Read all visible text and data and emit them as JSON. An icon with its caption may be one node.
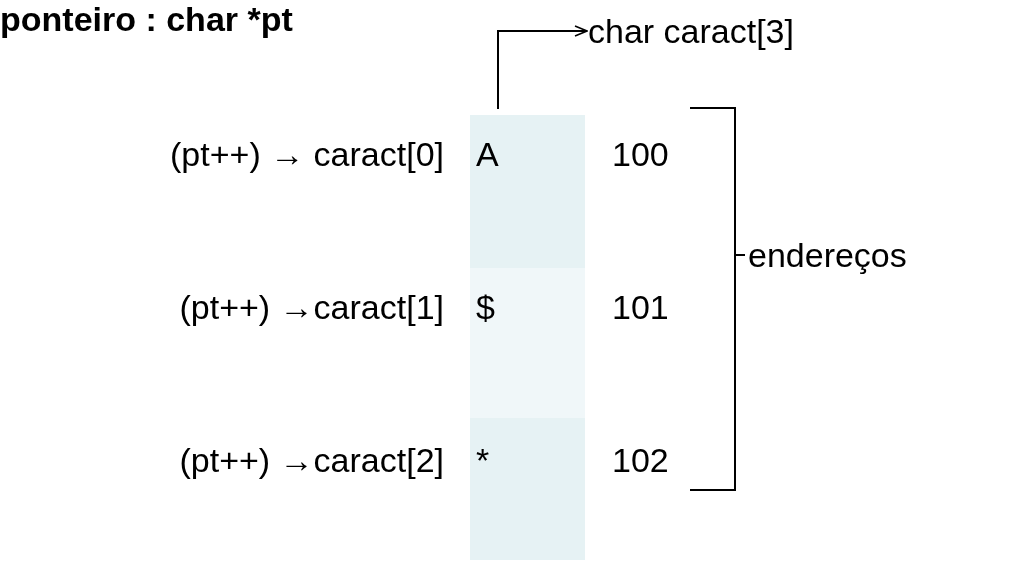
{
  "diagram": {
    "title": "ponteiro : char *pt",
    "nodes": [
      {
        "text": [],
        "shape": "bar"
      },
      {
        "text": [
          "A"
        ],
        "in": 0,
        "beside": [
          "(pt++) → caract[0]",
          "100"
        ]
      },
      {
        "text": [
          "$"
        ],
        "in": 0,
        "beside": [
          "(pt++) →caract[1]",
          "101"
        ]
      },
      {
        "text": [
          "*"
        ],
        "in": 0,
        "beside": [
          "(pt++) →caract[2]",
          "102"
        ]
      },
      {
        "text": [
          "char caract[3]"
        ]
      }
    ],
    "edges": [
      {
        "from": 0,
        "to": 4,
        "arrow": "to"
      }
    ],
    "labels": [
      "endereços"
    ]
  }
}
